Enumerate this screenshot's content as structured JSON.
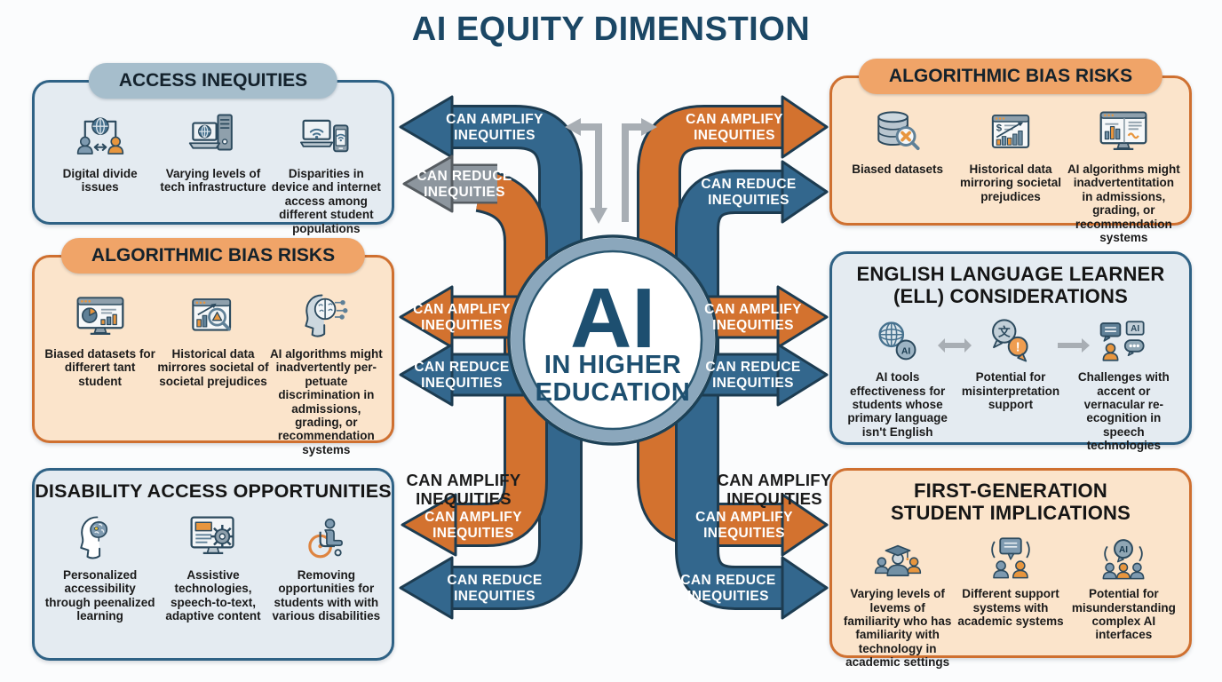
{
  "title": "AI EQUITY DIMENSTION",
  "center": {
    "line1": "AI",
    "line2": "IN HIGHER",
    "line3": "EDUCATION"
  },
  "arrow_labels": {
    "amplify": [
      "CAN AMPLIFY",
      "INEQUITIES"
    ],
    "reduce": [
      "CAN REDUCE",
      "INEQUITIES"
    ]
  },
  "colors": {
    "blue_arrow": "#33678d",
    "orange_arrow": "#d3722f",
    "gray_arrow": "#8d969e",
    "navy_text": "#1d4f70",
    "blue_box_bg": "#e4ebf1",
    "blue_box_border": "#2f6285",
    "orange_box_bg": "#fbe4cb",
    "orange_box_border": "#cf7030",
    "blue_pill_bg": "#a6becc",
    "orange_pill_bg": "#f0a468"
  },
  "icon_glyphs": {
    "ai": "AI",
    "translate": "文",
    "alert": "!",
    "dollar": "$"
  },
  "boxes": [
    {
      "id": "access-inequities",
      "title_lines": [
        "ACCESS INEQUITIES"
      ],
      "items": [
        {
          "icon": "digital-divide-icon",
          "label": "Digital divide issues"
        },
        {
          "icon": "tech-infrastructure-icon",
          "label": "Varying levels of tech infrastructure"
        },
        {
          "icon": "device-disparities-icon",
          "label": "Disparities in device and internet access among different student populations"
        }
      ]
    },
    {
      "id": "algorithmic-bias-risks-left",
      "title_lines": [
        "ALGORITHMIC BIAS RISKS"
      ],
      "items": [
        {
          "icon": "biased-data-monitor-icon",
          "label": "Biased datasets for differert tant student"
        },
        {
          "icon": "historical-data-magnifier-icon",
          "label": "Historical data mirrores societal of societal prejudices"
        },
        {
          "icon": "brain-circuit-icon",
          "label": "AI algorithms might inadvertently per-petuate discrimination in admissions, grading, or recommendation systems"
        }
      ]
    },
    {
      "id": "disability-access-opportunities",
      "title_lines": [
        "DISABILITY ACCESS OPPORTUNITIES"
      ],
      "items": [
        {
          "icon": "head-brain-icon",
          "label": "Personalized accessibility through peenalized learning"
        },
        {
          "icon": "assistive-tech-icon",
          "label": "Assistive technologies, speech-to-text, adaptive content"
        },
        {
          "icon": "wheelchair-icon",
          "label": "Removing opportunities for students with with various disabilities"
        }
      ]
    },
    {
      "id": "algorithmic-bias-risks-right",
      "title_lines": [
        "ALGORITHMIC BIAS RISKS"
      ],
      "items": [
        {
          "icon": "biased-database-icon",
          "label": "Biased datasets"
        },
        {
          "icon": "dollar-chart-icon",
          "label": "Historical data mirroring societal prejudices"
        },
        {
          "icon": "algorithm-monitor-icon",
          "label": "AI algorithms might inadvertentitation in admissions, grading, or recommendation systems"
        }
      ]
    },
    {
      "id": "ell-considerations",
      "title_lines": [
        "ENGLISH LANGUAGE LEARNER",
        "(ELL) CONSIDERATIONS"
      ],
      "items": [
        {
          "icon": "globe-ai-icon",
          "label": "AI tools effectiveness for students whose primary language isn't English"
        },
        {
          "icon": "translate-alert-icon",
          "label": "Potential for misinterpretation support"
        },
        {
          "icon": "speech-recognition-icon",
          "label": "Challenges with accent or vernacular re-ecognition in speech technologies"
        }
      ]
    },
    {
      "id": "first-generation-implications",
      "title_lines": [
        "FIRST-GENERATION",
        "STUDENT IMPLICATIONS"
      ],
      "items": [
        {
          "icon": "graduate-students-icon",
          "label": "Varying levels of levems of familiarity who has familiarity with technology in academic settings"
        },
        {
          "icon": "support-systems-icon",
          "label": "Different support systems with academic systems"
        },
        {
          "icon": "ai-interface-icon",
          "label": "Potential for misunderstanding complex AI interfaces"
        }
      ]
    }
  ]
}
